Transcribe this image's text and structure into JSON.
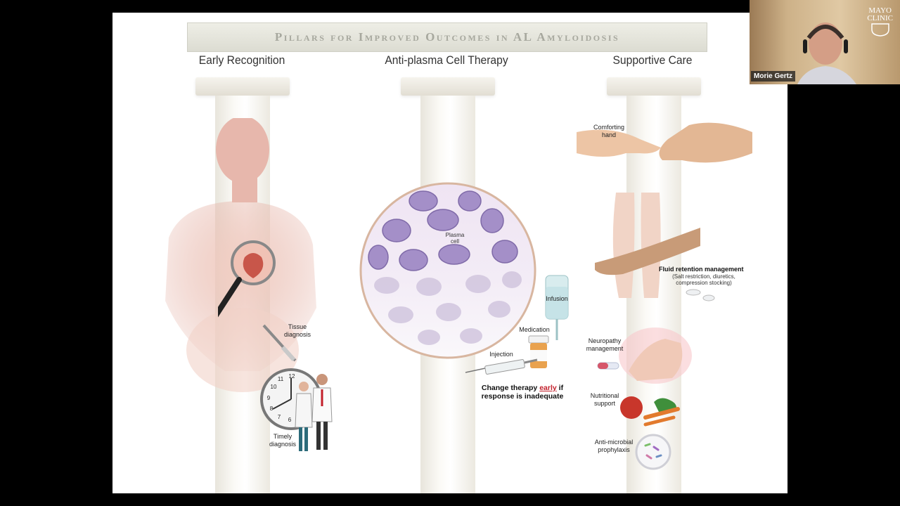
{
  "slide": {
    "title": "Pillars for Improved Outcomes in AL Amyloidosis",
    "pillars": [
      {
        "heading": "Early Recognition"
      },
      {
        "heading": "Anti-plasma Cell Therapy"
      },
      {
        "heading": "Supportive Care"
      }
    ],
    "early_recognition": {
      "tissue_label": "Tissue diagnosis",
      "timely_label": "Timely diagnosis",
      "clock_numbers": [
        "12",
        "11",
        "10",
        "9",
        "8",
        "7",
        "6"
      ]
    },
    "therapy": {
      "plasma_cell_label": "Plasma cell",
      "infusion_label": "Infusion",
      "medication_label": "Medication",
      "injection_label": "Injection",
      "change_line1_pre": "Change therapy ",
      "change_line1_emph": "early",
      "change_line1_post": " if",
      "change_line2": "response is inadequate"
    },
    "supportive": {
      "comforting_label": "Comforting hand",
      "fluid_title": "Fluid retention management",
      "fluid_sub": "(Salt restriction, diuretics, compression stocking)",
      "neuropathy_label": "Neuropathy management",
      "nutritional_label": "Nutritional support",
      "antimicrobial_label": "Anti-microbial prophylaxis"
    }
  },
  "webcam": {
    "participant_name": "Morie Gertz",
    "logo_line1": "MAYO",
    "logo_line2": "CLINIC"
  }
}
